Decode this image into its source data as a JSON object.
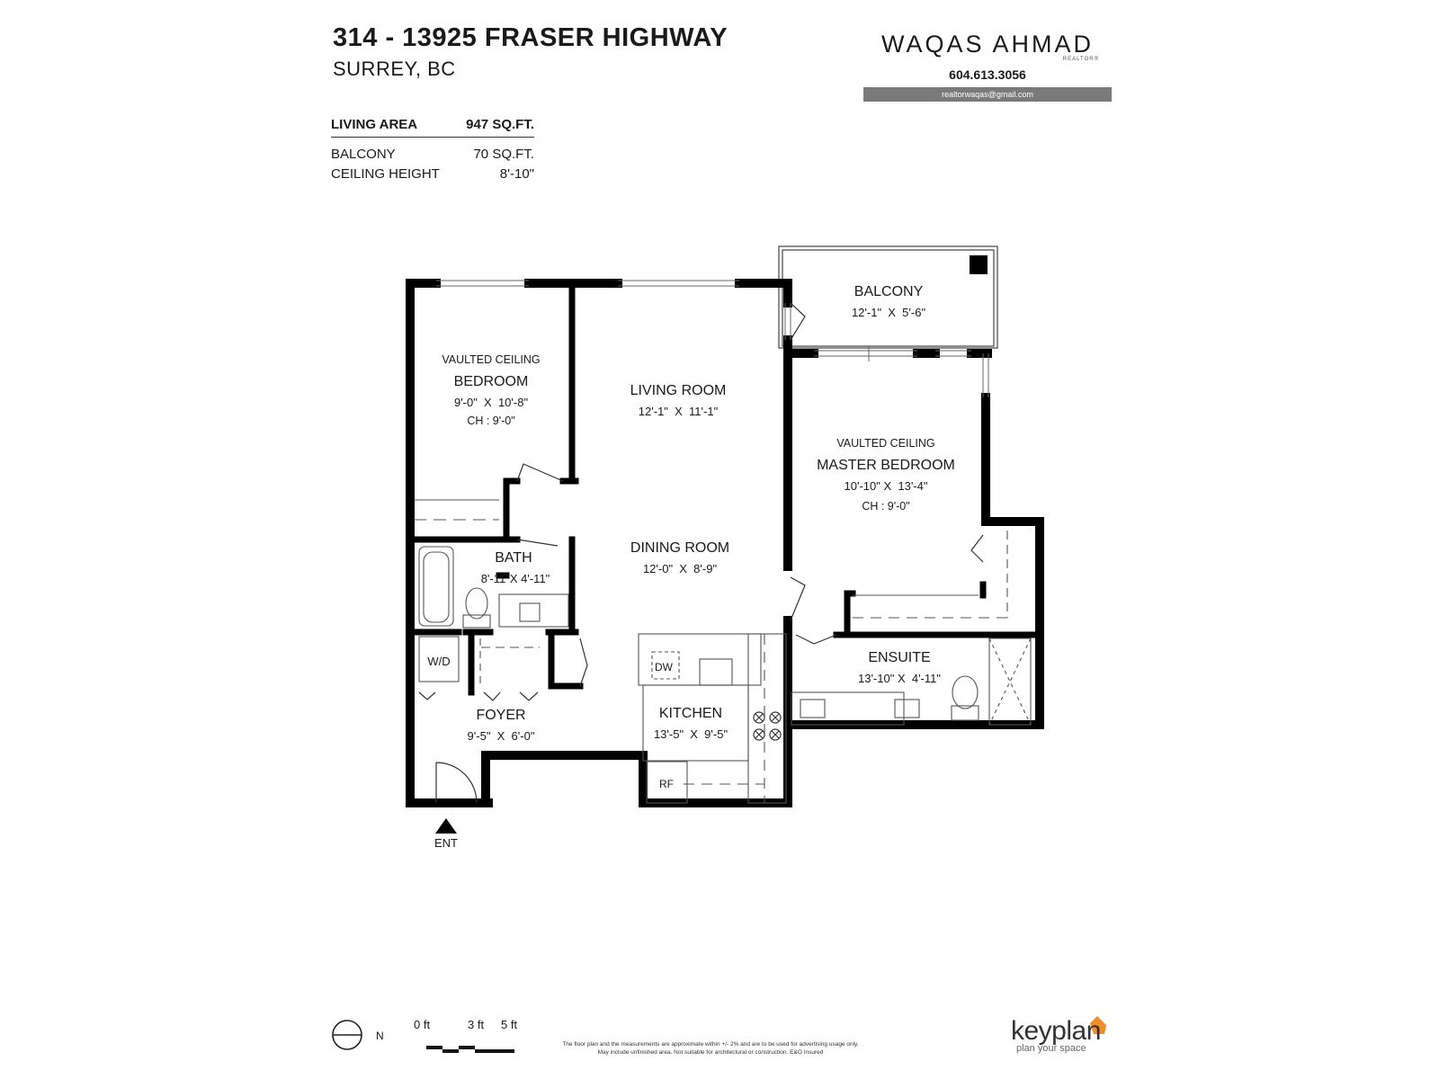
{
  "header": {
    "address": "314 - 13925 FRASER HIGHWAY",
    "city": "SURREY, BC"
  },
  "stats": [
    {
      "label": "LIVING AREA",
      "value": "947 SQ.FT."
    },
    {
      "label": "BALCONY",
      "value": "70 SQ.FT."
    },
    {
      "label": "CEILING HEIGHT",
      "value": "8'-10\""
    }
  ],
  "realtor": {
    "name": "WAQAS AHMAD",
    "title": "REALTOR®",
    "phone": "604.613.3056",
    "email": "realtorwaqas@gmail.com"
  },
  "rooms": {
    "balcony": {
      "name": "BALCONY",
      "dims": "12'-1\"  X  5'-6\""
    },
    "bedroom": {
      "note": "VAULTED CEILING",
      "name": "BEDROOM",
      "dims": "9'-0\"  X  10'-8\"",
      "ch": "CH : 9'-0\""
    },
    "living": {
      "name": "LIVING ROOM",
      "dims": "12'-1\"  X  11'-1\""
    },
    "master": {
      "note": "VAULTED CEILING",
      "name": "MASTER BEDROOM",
      "dims": "10'-10\" X  13'-4\"",
      "ch": "CH : 9'-0\""
    },
    "bath": {
      "name": "BATH",
      "dims": "8'-11\"X 4'-11\""
    },
    "dining": {
      "name": "DINING ROOM",
      "dims": "12'-0\"  X  8'-9\""
    },
    "ensuite": {
      "name": "ENSUITE",
      "dims": "13'-10\" X  4'-11\""
    },
    "foyer": {
      "name": "FOYER",
      "dims": "9'-5\"  X  6'-0\""
    },
    "kitchen": {
      "name": "KITCHEN",
      "dims": "13'-5\"  X  9'-5\""
    }
  },
  "fixtures": {
    "wd": "W/D",
    "dw": "DW",
    "rf": "RF"
  },
  "entry": "ENT",
  "compass": "N",
  "scale": [
    "0 ft",
    "3 ft",
    "5 ft"
  ],
  "disclaimer": [
    "The floor plan and the measurements are approximate within +/- 2% and are to be used for advertising usage only.",
    "May include unfinished area. Not suitable for architectural or construction. E&O Insured"
  ],
  "brand": {
    "name": "keyplan",
    "tagline": "plan your space",
    "accent": "#f28c28"
  }
}
